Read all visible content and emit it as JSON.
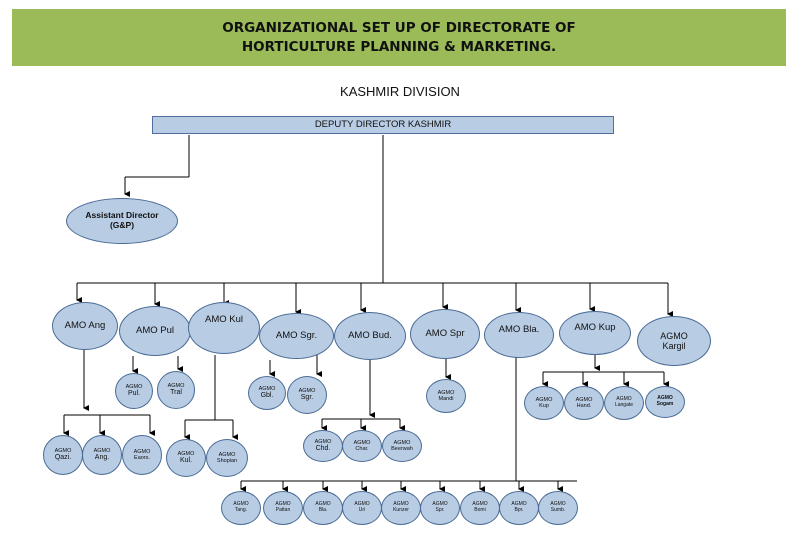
{
  "header": {
    "title_line1": "ORGANIZATIONAL SET UP OF DIRECTORATE OF",
    "title_line2": "HORTICULTURE PLANNING & MARKETING."
  },
  "division_title": "KASHMIR DIVISION",
  "top_box": "DEPUTY DIRECTOR KASHMIR",
  "assistant_director": {
    "line1": "Assistant Director",
    "line2": "(G&P)"
  },
  "amo": [
    {
      "label": "AMO Ang"
    },
    {
      "label": "AMO Pul"
    },
    {
      "label": "AMO Kul"
    },
    {
      "label": "AMO Sgr."
    },
    {
      "label": "AMO Bud."
    },
    {
      "label": "AMO Spr"
    },
    {
      "label": "AMO Bla."
    },
    {
      "label": "AMO Kup"
    },
    {
      "line1": "AGMO",
      "line2": "Kargil"
    }
  ],
  "agmo": {
    "ang": [
      {
        "line1": "AGMO",
        "line2": "Qazi."
      },
      {
        "line1": "AGMO",
        "line2": "Ang."
      },
      {
        "line1": "AGMO",
        "line2": "Eaors."
      }
    ],
    "pul": [
      {
        "line1": "AGMO",
        "line2": "Pul."
      },
      {
        "line1": "AGMO",
        "line2": "Tral"
      }
    ],
    "kul": [
      {
        "line1": "AGMO",
        "line2": "Kul."
      },
      {
        "line1": "AGMO",
        "line2": "Shopian"
      }
    ],
    "sgr": [
      {
        "line1": "AGMO",
        "line2": "Gbl."
      },
      {
        "line1": "AGMO",
        "line2": "Sgr."
      }
    ],
    "bud": [
      {
        "line1": "AGMO",
        "line2": "Chd."
      },
      {
        "line1": "AGMO",
        "line2": "Char."
      },
      {
        "line1": "AGMO",
        "line2": "Beerwah"
      }
    ],
    "spr": [
      {
        "line1": "AGMO",
        "line2": "Mandi"
      }
    ],
    "kup": [
      {
        "line1": "AGMO",
        "line2": "Kup"
      },
      {
        "line1": "AGMO",
        "line2": "Hand."
      },
      {
        "line1": "AGMO",
        "line2": "Langate"
      },
      {
        "line1": "AGMO",
        "line2": "Sogam"
      }
    ],
    "bla": [
      {
        "line1": "AGMO",
        "line2": "Tang."
      },
      {
        "line1": "AGMO",
        "line2": "Pattan"
      },
      {
        "line1": "AGMO",
        "line2": "Bla."
      },
      {
        "line1": "AGMO",
        "line2": "Uri"
      },
      {
        "line1": "AGMO",
        "line2": "Kunzer"
      },
      {
        "line1": "AGMO",
        "line2": "Spr."
      },
      {
        "line1": "AGMO",
        "line2": "Bomi"
      },
      {
        "line1": "AGMO",
        "line2": "Bpr."
      },
      {
        "line1": "AGMO",
        "line2": "Sumb."
      }
    ]
  }
}
